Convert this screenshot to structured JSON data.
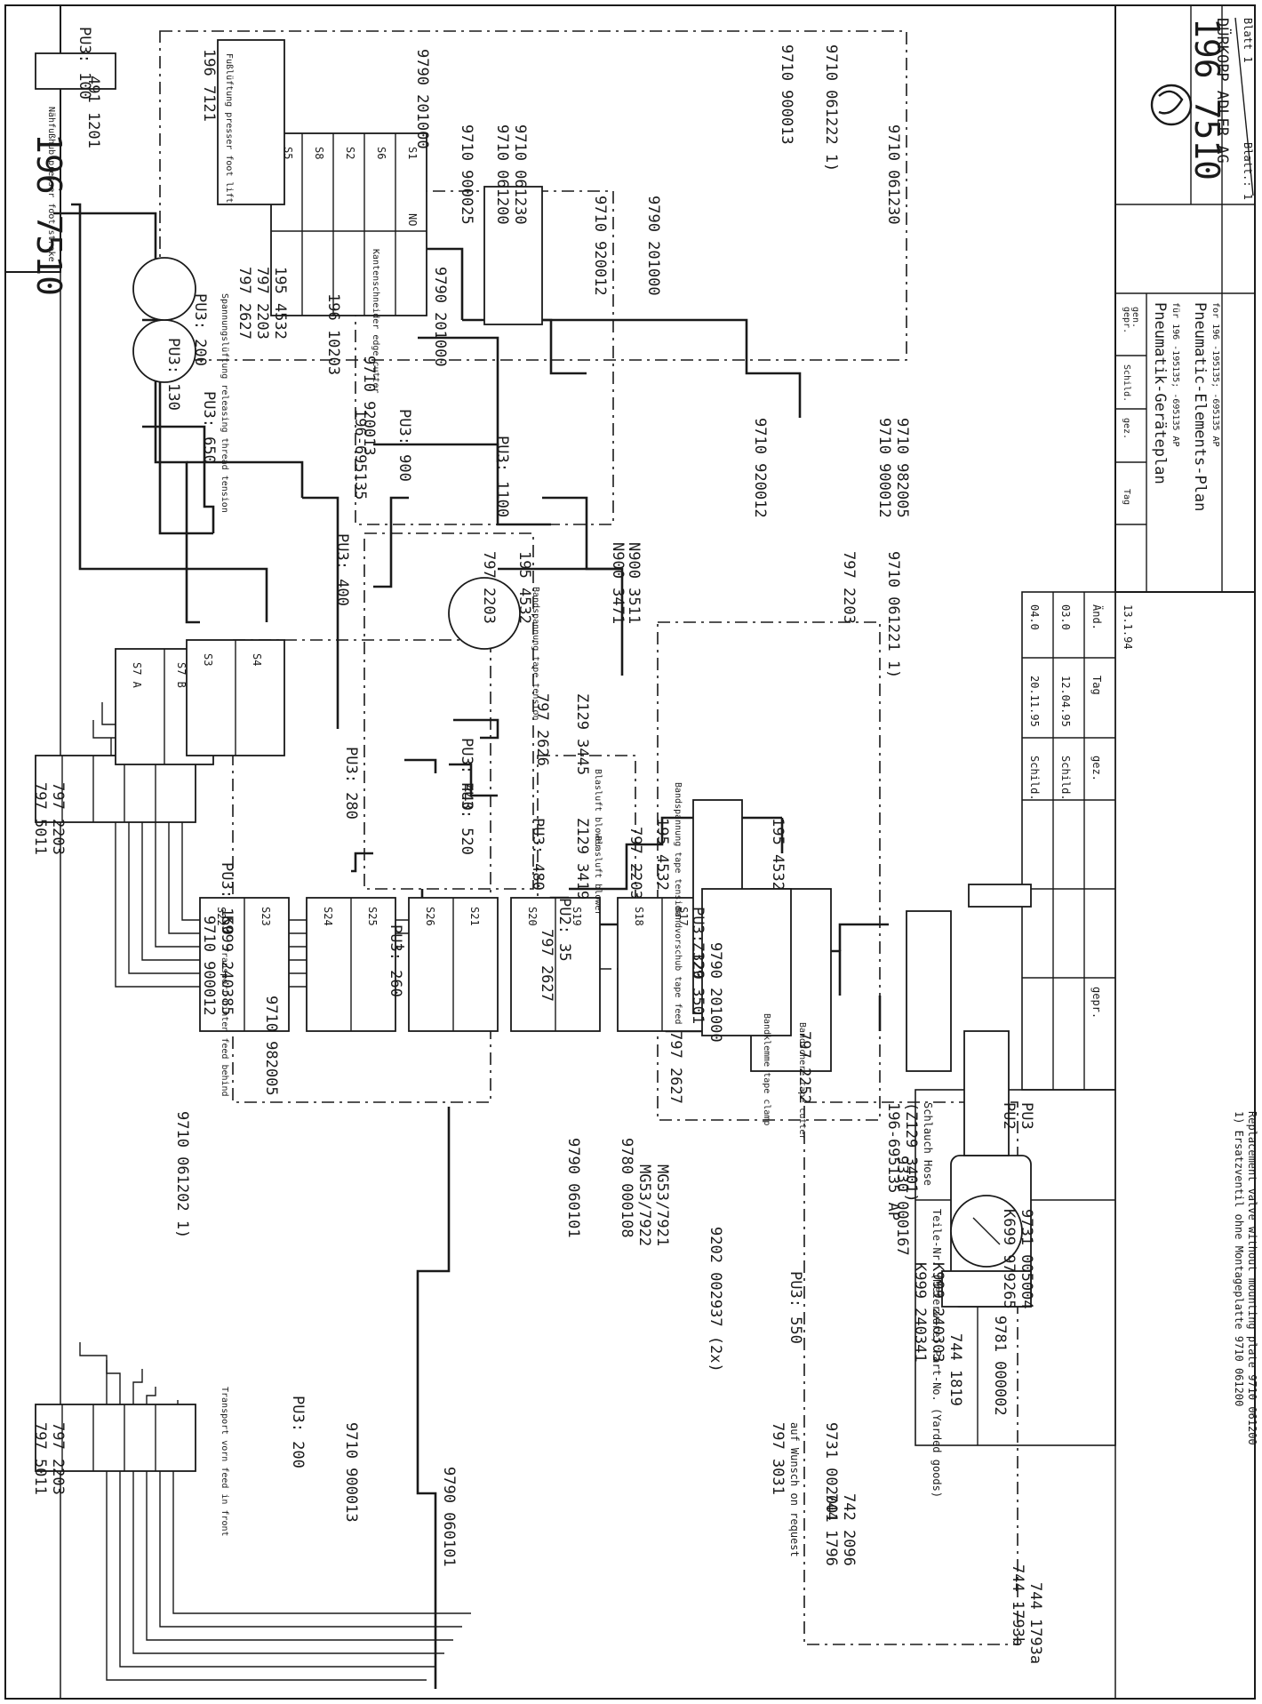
{
  "drawing_number": "196 7510",
  "title_block": {
    "company": "DÜRKOPP ADLER AG",
    "drawing_number": "196 7510",
    "sheet": "Blatt 1",
    "sheets_of": "Blatt.: 1",
    "title_de": "Pneumatik-Geräteplan",
    "subtitle_de": "für 196 -195135; -695135 AP",
    "title_en": "Pneumatic-Elements-Plan",
    "subtitle_en": "for 196 -195135; -695135 AP",
    "date": "13.1.94",
    "revisions": [
      {
        "rev": "04.0",
        "date": "20.11.95",
        "name": "Schild."
      },
      {
        "rev": "03.0",
        "date": "12.04.95",
        "name": "Schild."
      },
      {
        "rev": "Änd.",
        "date": "Tag",
        "name": "gez."
      }
    ],
    "headers": [
      "Tag",
      "gez.",
      "Schild.",
      "gepr.",
      "gen."
    ],
    "checked": "gepr."
  },
  "hose_table": {
    "col1_header": "Schlauch Hose",
    "col2_header": "Teile-Nr. (Meterware) Part-No. (Yarded goods)",
    "rows": [
      {
        "hose": "PU2",
        "part": "K699 979265"
      },
      {
        "hose": "PU3",
        "part": "9731 005004"
      }
    ]
  },
  "footnote_de": "1) Ersatzventil ohne Montageplatte 9710 061200",
  "footnote_en": "Replacement valve without mounting plate 9710 061200",
  "module_labels": {
    "main": "196-695135 AP",
    "main_sub": "(Z129 3401)",
    "edge": "196-695135",
    "tape": "N900 3471",
    "tape2": "N900 3511"
  },
  "components": {
    "presser_foot_stroke": "Nähfußhub presser foot stroke",
    "presser_foot_lift": "Fußlüftung presser foot lift",
    "thread_tension": "Spannungslüftung releasing thread tension",
    "edge_cutter": "Kantenschneider edge cutter",
    "tape_tension": "Bandspannung tape tension",
    "blower1": "Blasluft blower",
    "blower2": "Blasluft blower",
    "tape_tension2": "Bandspannung tape tension",
    "tape_feed": "Bandvorschub tape feed",
    "tape_clamp": "Bandklemme tape clamp",
    "tape_cutter": "Bandschere tape cutter",
    "feed_behind": "Transport hinten feed behind",
    "feed_front": "Transport vorn feed in front",
    "on_request": "auf Wunsch on request"
  },
  "hoses": [
    "PU3: 100",
    "PU3: 130",
    "PU3: 200",
    "PU3: 650",
    "PU3: 900",
    "PU3: 400",
    "PU3: 1100",
    "PU3: 480",
    "PU3: 440",
    "PU3: 520",
    "PU3: 280",
    "PU2: 35",
    "PU3: 150",
    "PU3: 260",
    "PU3: 320",
    "PU3: 550",
    "PU3: 200"
  ],
  "parts": [
    "491 1201",
    "9790 201000",
    "9710 900025",
    "9710 061200",
    "9710 061230",
    "9710 900013",
    "9710 061222 1)",
    "9710 061230",
    "196 7121",
    "797 2627",
    "797 2203",
    "195 4532",
    "9790 201000",
    "9710 920012",
    "9790 201000",
    "9710 920012",
    "9710 900012",
    "9710 982005",
    "797 2203",
    "9710 061221 1)",
    "196 10203",
    "9710 920013",
    "797 2203",
    "195 4532",
    "797 2626",
    "Z129 3445",
    "Z129 3419",
    "797 2203",
    "195 4532",
    "195 4532",
    "797 5011",
    "797 2203",
    "9710 900012",
    "K999 240385",
    "9710 982005",
    "797 2627",
    "Z129 3501",
    "9790 201000",
    "797 2627",
    "797 2252",
    "9790 060101",
    "9710 061202 1)",
    "9330 000167",
    "K999 240341",
    "K999 240303",
    "744 1819",
    "9780 000108",
    "MG53/7922",
    "MG53/7921",
    "9202 002937 (2x)",
    "9781 000002",
    "9710 900013",
    "9790 060101",
    "797 5011",
    "797 2203",
    "797 3031",
    "9731 002001",
    "744 1796",
    "742 2096",
    "744 1793b",
    "744 1793a"
  ],
  "valves_top": [
    "S5",
    "S8",
    "S2",
    "S6",
    "S1"
  ],
  "valves_right": [
    "S7 A",
    "S7 B",
    "S3",
    "S4"
  ],
  "valves_left": [
    "S22",
    "S23",
    "S24",
    "S25",
    "S26",
    "S21",
    "S20",
    "S19",
    "S18",
    "S17"
  ],
  "valve_mark": "NO"
}
